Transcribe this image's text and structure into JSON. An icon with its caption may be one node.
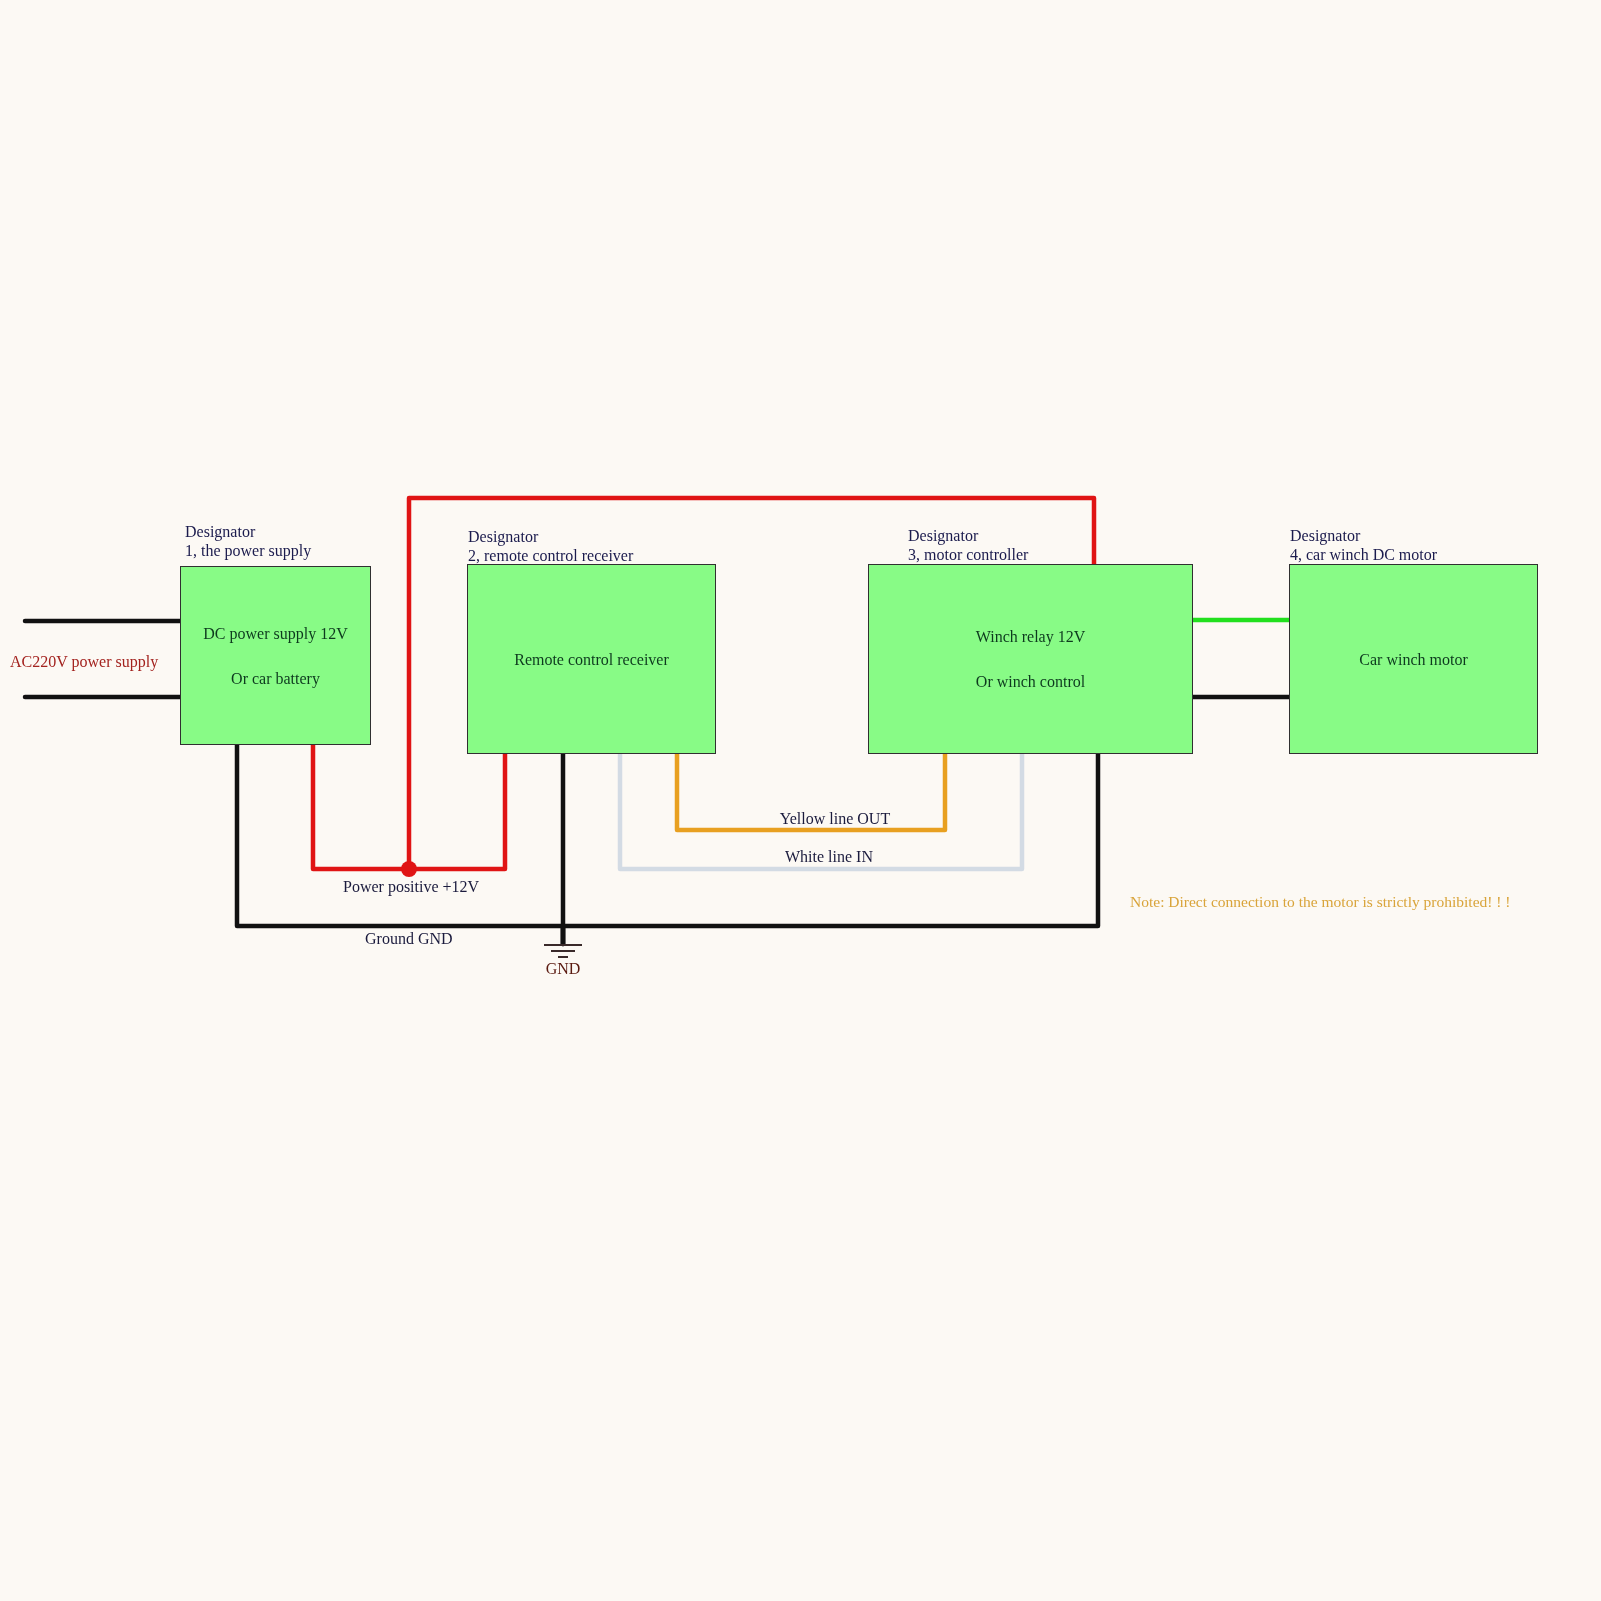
{
  "diagram": {
    "nodes": [
      {
        "text": [
          "Designator",
          "1, the power supply",
          "DC power supply 12V",
          "Or car battery"
        ]
      },
      {
        "text": [
          "Designator",
          "2, remote control receiver",
          "Remote control receiver"
        ]
      },
      {
        "text": [
          "Designator",
          "3, motor controller",
          "Winch relay 12V",
          "Or winch control"
        ]
      },
      {
        "text": [
          "Designator",
          "4, car winch DC motor",
          "Car winch motor"
        ]
      },
      {
        "text": [],
        "shape": "circle"
      },
      {
        "text": [
          "GND"
        ]
      }
    ],
    "edges": [
      {
        "from": null,
        "to": 0,
        "arrow": "none"
      },
      {
        "from": null,
        "to": 0,
        "arrow": "none"
      },
      {
        "from": 0,
        "to": 4,
        "arrow": "none",
        "color": "#e01414"
      },
      {
        "from": 4,
        "to": 1,
        "arrow": "none",
        "color": "#e01414"
      },
      {
        "from": 4,
        "to": 2,
        "arrow": "none",
        "color": "#e01414"
      },
      {
        "from": 0,
        "to": 5,
        "arrow": "none"
      },
      {
        "from": 1,
        "to": 5,
        "arrow": "none"
      },
      {
        "from": 2,
        "to": 5,
        "arrow": "none"
      },
      {
        "from": 1,
        "to": 2,
        "arrow": "none",
        "label": "Yellow line OUT",
        "color": "#e8a020"
      },
      {
        "from": 1,
        "to": 2,
        "arrow": "none",
        "label": "White line IN",
        "color": "#d3dbe4"
      },
      {
        "from": 2,
        "to": 3,
        "arrow": "none",
        "color": "#22e01e"
      },
      {
        "from": 2,
        "to": 3,
        "arrow": "none"
      }
    ],
    "labels": [
      "AC220V power supply",
      "Power positive +12V",
      "Ground GND",
      "Note: Direct connection to the motor is strictly prohibited! ! !"
    ]
  }
}
